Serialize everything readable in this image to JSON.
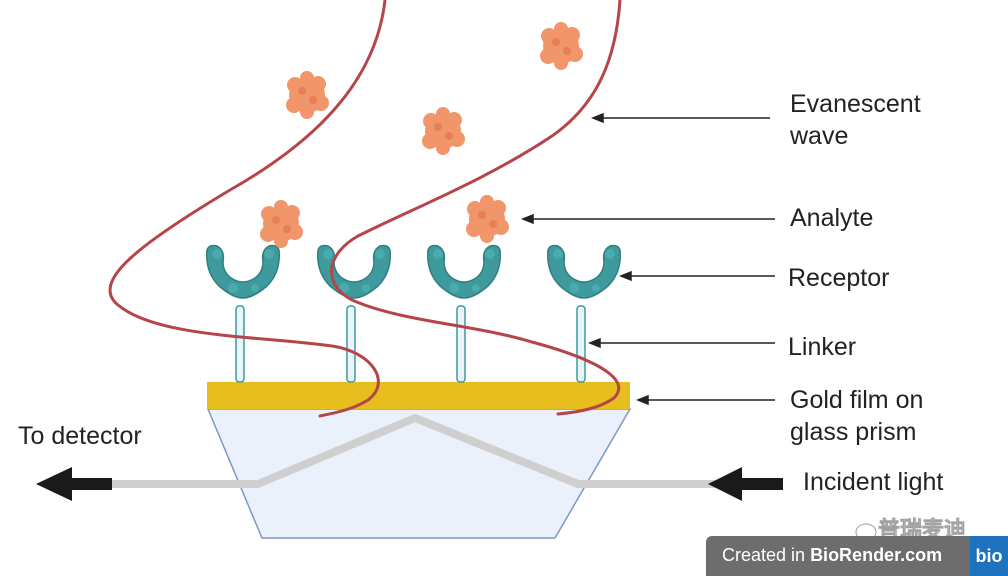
{
  "labels": {
    "evanescent_line1": "Evanescent",
    "evanescent_line2": "wave",
    "analyte": "Analyte",
    "receptor": "Receptor",
    "linker": "Linker",
    "gold_line1": "Gold film on",
    "gold_line2": "glass prism",
    "incident": "Incident light",
    "detector": "To detector"
  },
  "watermark": {
    "text": "普瑞麦迪",
    "icon": "wechat-icon"
  },
  "badge": {
    "prefix": "Created in ",
    "brand": "BioRender.com",
    "logo": "bio"
  },
  "colors": {
    "wave": "#b5454a",
    "gold": "#e6bf1f",
    "prism": "#eaf1fb",
    "receptor": "#3f9a9d",
    "analyte": "#f1966b",
    "light_beam": "#cfcfcf",
    "arrow": "#1a1a1a"
  }
}
